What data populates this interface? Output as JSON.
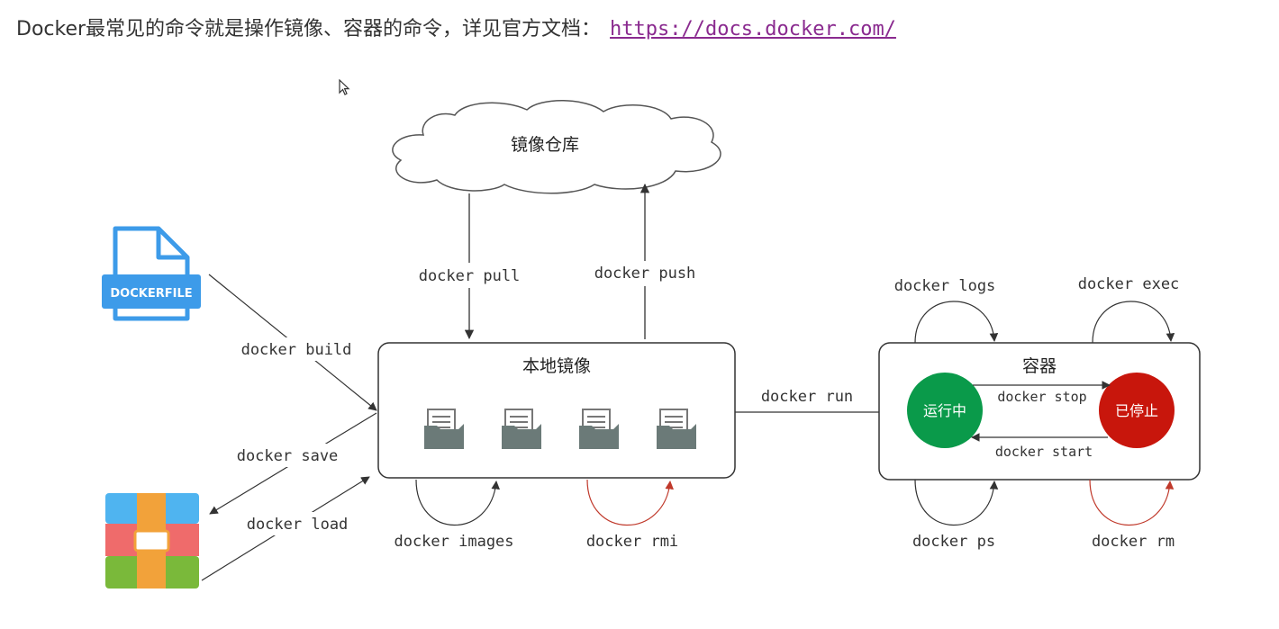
{
  "header": {
    "intro": "Docker最常见的命令就是操作镜像、容器的命令，详见官方文档：",
    "link": "https://docs.docker.com/"
  },
  "registry": {
    "label": "镜像仓库"
  },
  "local_images": {
    "label": "本地镜像"
  },
  "containers": {
    "label": "容器",
    "running": "运行中",
    "stopped": "已停止"
  },
  "dockerfile": {
    "label": "DOCKERFILE"
  },
  "commands": {
    "pull": "docker pull",
    "push": "docker push",
    "build": "docker build",
    "save": "docker save",
    "load": "docker load",
    "images": "docker images",
    "rmi": "docker rmi",
    "run": "docker run",
    "logs": "docker logs",
    "exec": "docker exec",
    "ps": "docker ps",
    "rm": "docker rm",
    "stop": "docker stop",
    "start": "docker start"
  },
  "colors": {
    "running": "#0a9a4a",
    "stopped": "#c8160c",
    "dockerfile": "#3d9be9",
    "link": "#8a2a8f",
    "red_arrow": "#c0392b"
  }
}
